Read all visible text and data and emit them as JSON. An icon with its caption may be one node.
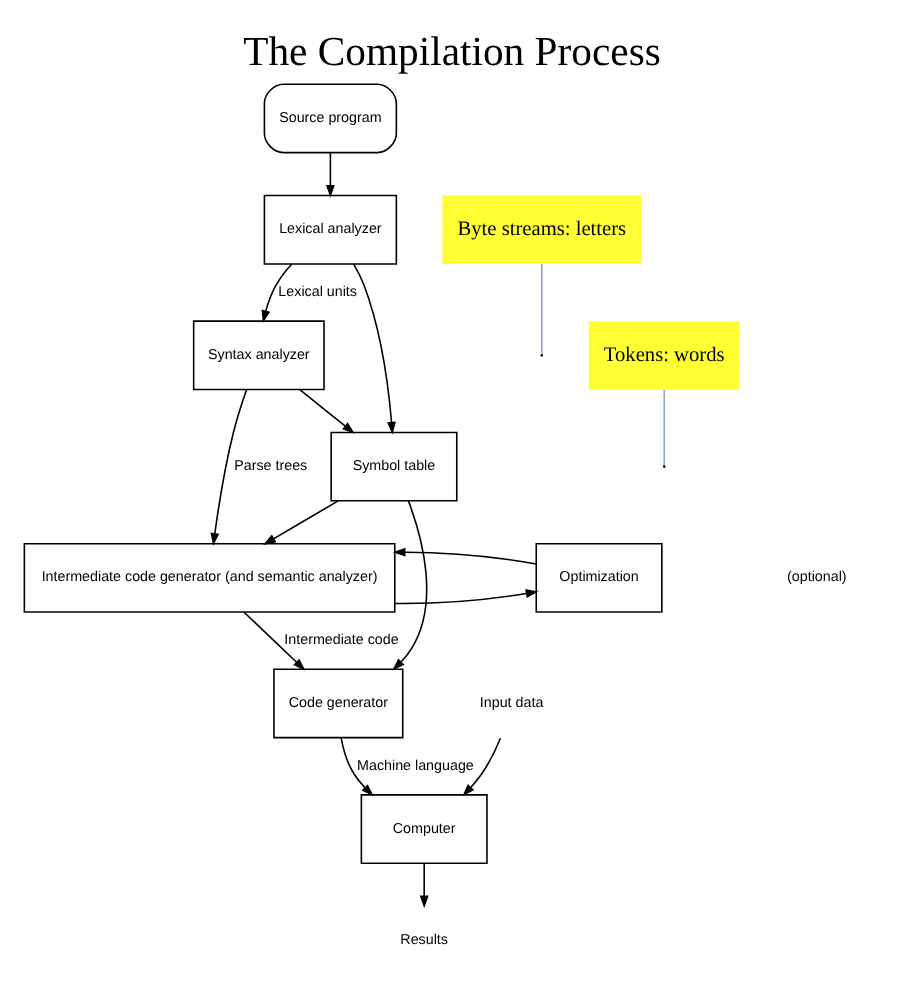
{
  "diagram": {
    "title": "The Compilation Process",
    "nodes": [
      {
        "text": [
          "Source program"
        ]
      },
      {
        "text": [
          "Lexical analyzer"
        ]
      },
      {
        "text": [
          "Syntax analyzer"
        ]
      },
      {
        "text": [
          "Symbol table"
        ]
      },
      {
        "text": [
          "Intermediate code generator (and semantic analyzer)"
        ]
      },
      {
        "text": [
          "Optimization"
        ]
      },
      {
        "text": [
          "Code generator"
        ]
      },
      {
        "text": [
          "Computer"
        ]
      },
      {
        "text": [
          "Results"
        ]
      },
      {
        "text": [
          "Input data"
        ]
      },
      {
        "text": [
          "Byte streams: letters"
        ]
      },
      {
        "text": [
          "Tokens: words"
        ]
      }
    ],
    "edges": [
      {
        "from": 0,
        "to": 1,
        "arrow": "to"
      },
      {
        "from": 1,
        "to": 3,
        "arrow": "to"
      },
      {
        "from": 1,
        "to": 2,
        "arrow": "to",
        "label": "Lexical units"
      },
      {
        "from": 2,
        "to": 3,
        "arrow": "to"
      },
      {
        "from": 2,
        "to": 4,
        "arrow": "to",
        "label": "Parse trees"
      },
      {
        "from": 3,
        "to": 4,
        "arrow": "to"
      },
      {
        "from": 4,
        "to": 5,
        "arrow": "to"
      },
      {
        "from": 5,
        "to": 4,
        "arrow": "to"
      },
      {
        "from": 4,
        "to": 6,
        "arrow": "to",
        "label": "Intermediate code"
      },
      {
        "from": 3,
        "to": 6,
        "arrow": "to"
      },
      {
        "from": 6,
        "to": 7,
        "arrow": "to",
        "label": "Machine language"
      },
      {
        "from": 9,
        "to": 7,
        "arrow": "to"
      },
      {
        "from": 7,
        "to": 8,
        "arrow": "to"
      },
      {
        "from": 10,
        "to": null,
        "arrow": "none",
        "color": "#8fa3c8"
      },
      {
        "from": 11,
        "to": null,
        "arrow": "none",
        "color": "#8fa3c8"
      }
    ],
    "labels": [
      "(optional)"
    ]
  }
}
